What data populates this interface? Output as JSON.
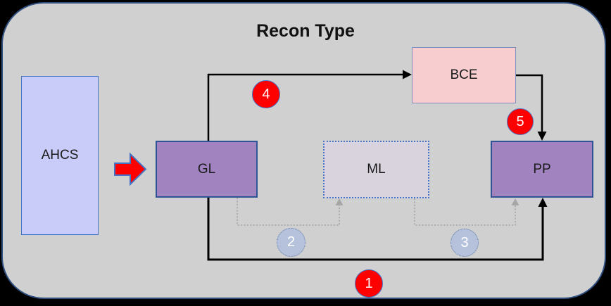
{
  "title": "Recon Type",
  "nodes": {
    "ahcs": {
      "label": "AHCS"
    },
    "gl": {
      "label": "GL"
    },
    "ml": {
      "label": "ML"
    },
    "pp": {
      "label": "PP"
    },
    "bce": {
      "label": "BCE"
    }
  },
  "steps": {
    "s1": {
      "label": "1",
      "style": "red-solid"
    },
    "s2": {
      "label": "2",
      "style": "blue-dotted"
    },
    "s3": {
      "label": "3",
      "style": "blue-dotted"
    },
    "s4": {
      "label": "4",
      "style": "red-solid"
    },
    "s5": {
      "label": "5",
      "style": "red-solid"
    }
  },
  "connectors": {
    "c1": "GL bottom to PP bottom, solid black elbow arrow",
    "c2": "GL bottom to ML bottom, dotted gray elbow arrow",
    "c3": "ML bottom to PP bottom, dotted gray elbow arrow",
    "c4": "GL top to BCE left, solid black elbow arrow",
    "c5": "BCE right to PP top, solid black elbow arrow",
    "input": "AHCS to GL, red block arrow"
  },
  "colors": {
    "outer_bg": "#000000",
    "panel_bg": "#D0D0D0",
    "panel_border": "#2F4E7E",
    "purple_fill": "#A183BF",
    "purple_border": "#2E5496",
    "pink_fill": "#F7CDCF",
    "pink_border": "#7E8FBF",
    "lavender_fill": "#C9CCF8",
    "lavender_border": "#4472C4",
    "ml_fill": "#D9D3DE",
    "red": "#FF0000",
    "step_blue_fill": "#B6C2DB",
    "step_blue_border": "#5B7AA8",
    "connector_black": "#000000",
    "connector_gray": "#A6A6A6"
  }
}
